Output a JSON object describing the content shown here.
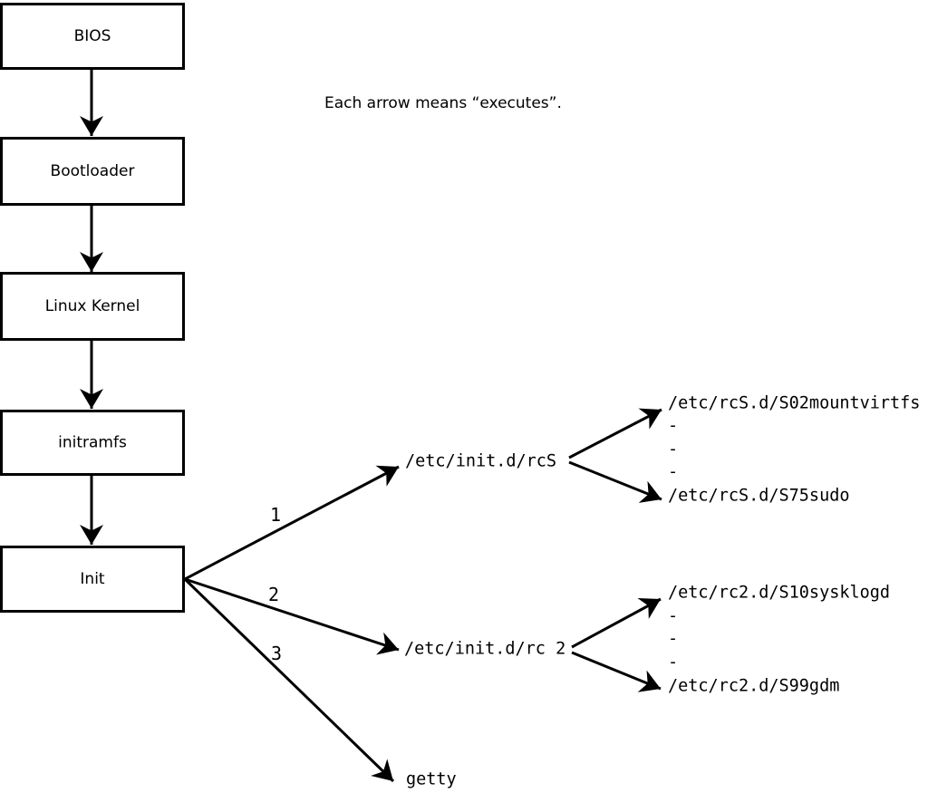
{
  "diagram": {
    "note": "Each arrow means “executes”.",
    "chain": [
      {
        "label": "BIOS"
      },
      {
        "label": "Bootloader"
      },
      {
        "label": "Linux Kernel"
      },
      {
        "label": "initramfs"
      },
      {
        "label": "Init"
      }
    ],
    "init_branches": [
      {
        "order": "1",
        "target": "/etc/init.d/rcS"
      },
      {
        "order": "2",
        "target": "/etc/init.d/rc 2"
      },
      {
        "order": "3",
        "target": "getty"
      }
    ],
    "rcS_scripts": [
      "/etc/rcS.d/S02mountvirtfs",
      "-",
      "-",
      "-",
      "/etc/rcS.d/S75sudo"
    ],
    "rc2_scripts": [
      "/etc/rc2.d/S10sysklogd",
      "-",
      "-",
      "-",
      "/etc/rc2.d/S99gdm"
    ],
    "colors": {
      "line": "#000000",
      "box_fill": "#ffffff",
      "background": "#ffffff",
      "text": "#000000"
    }
  }
}
